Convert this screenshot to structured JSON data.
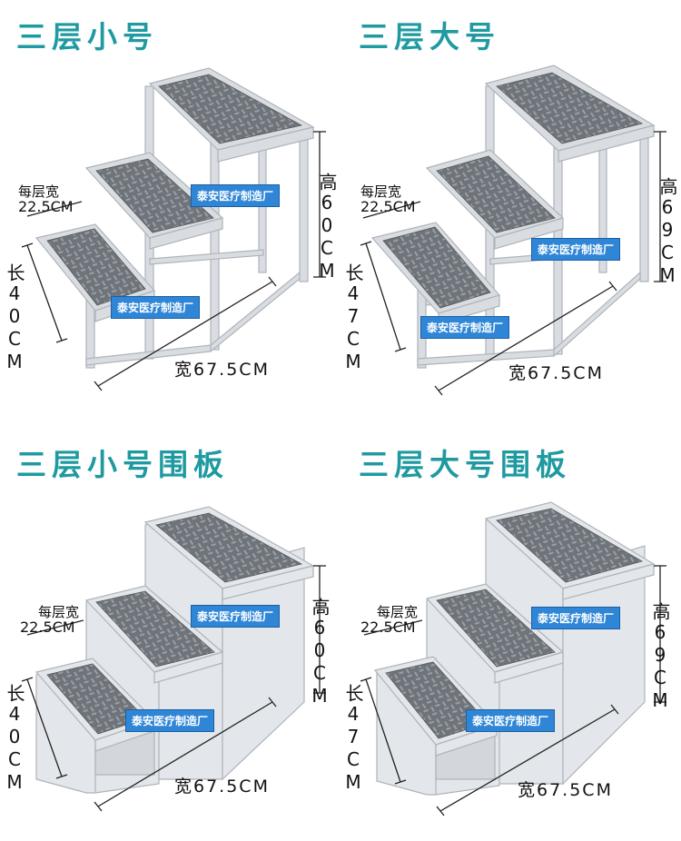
{
  "colors": {
    "title": "#1e9aa0",
    "frame": "#d9dde2",
    "plate": "#6f747a",
    "tag_bg": "#2f86d6"
  },
  "panels": [
    {
      "title": "三层小号",
      "step_width_caption": "每层宽",
      "step_width_value": "22.5CM",
      "height_label": "高60CM",
      "length_label": "长40CM",
      "width_label": "宽67.5CM",
      "watermark_1": "泰安医疗制造厂",
      "watermark_2": "泰安医疗制造厂"
    },
    {
      "title": "三层大号",
      "step_width_caption": "每层宽",
      "step_width_value": "22.5CM",
      "height_label": "高69CM",
      "length_label": "长47CM",
      "width_label": "宽67.5CM",
      "watermark_1": "泰安医疗制造厂",
      "watermark_2": "泰安医疗制造厂"
    },
    {
      "title": "三层小号围板",
      "step_width_caption": "每层宽",
      "step_width_value": "22.5CM",
      "height_label": "高60CM",
      "length_label": "长40CM",
      "width_label": "宽67.5CM",
      "watermark_1": "泰安医疗制造厂",
      "watermark_2": "泰安医疗制造厂"
    },
    {
      "title": "三层大号围板",
      "step_width_caption": "每层宽",
      "step_width_value": "22.5CM",
      "height_label": "高69CM",
      "length_label": "长47CM",
      "width_label": "宽67.5CM",
      "watermark_1": "泰安医疗制造厂",
      "watermark_2": "泰安医疗制造厂"
    }
  ]
}
